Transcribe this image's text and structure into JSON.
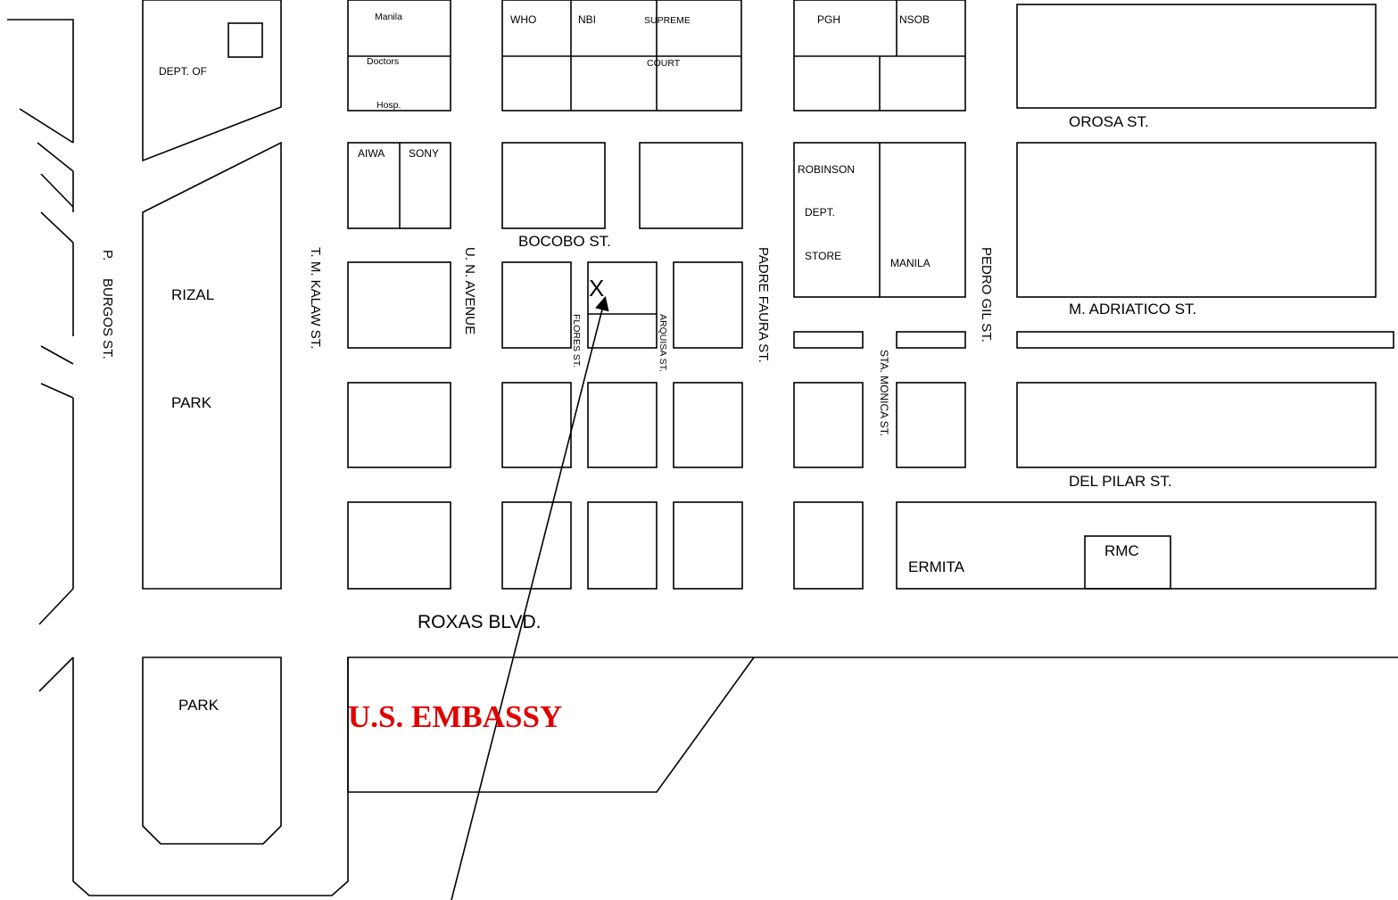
{
  "colors": {
    "line": "#000000",
    "marker": "#e02020",
    "embassy": "#e00000"
  },
  "icons": {
    "destination": "x-marker-icon",
    "pointer": "arrow-pointer-icon"
  },
  "landmarks": {
    "manila_doctors_1": "Manila",
    "manila_doctors_2": "Doctors",
    "manila_doctors_3": "Hosp.",
    "who": "WHO",
    "nbi": "NBI",
    "supreme_court_1": "SUPREME",
    "supreme_court_2": "COURT",
    "pgh": "PGH",
    "nsob": "NSOB",
    "dept_of": "DEPT. OF",
    "aiwa": "AIWA",
    "sony": "SONY",
    "robinson_1": "ROBINSON",
    "robinson_2": "DEPT.",
    "robinson_3": "STORE",
    "manila": "MANILA",
    "rizal": "RIZAL",
    "park_rizal": "PARK",
    "park": "PARK",
    "ermita": "ERMITA",
    "rmc": "RMC",
    "embassy": "U.S. EMBASSY",
    "marker": "X"
  },
  "streets": {
    "orosa": "OROSA  ST.",
    "bocobo": "BOCOBO ST.",
    "adriatico": "M. ADRIATICO ST.",
    "del_pilar": "DEL PILAR ST.",
    "roxas": "ROXAS  BLVD.",
    "burgos_p": "P.",
    "burgos": "BURGOS ST.",
    "kalaw": "T. M. KALAW ST.",
    "un_avenue": "U. N. AVENUE",
    "flores": "FLORES ST.",
    "arquisa": "ARQUISA ST.",
    "padre_faura": "PADRE FAURA ST.",
    "sta_monica": "STA. MONICA ST.",
    "pedro_gil": "PEDRO GIL ST."
  }
}
